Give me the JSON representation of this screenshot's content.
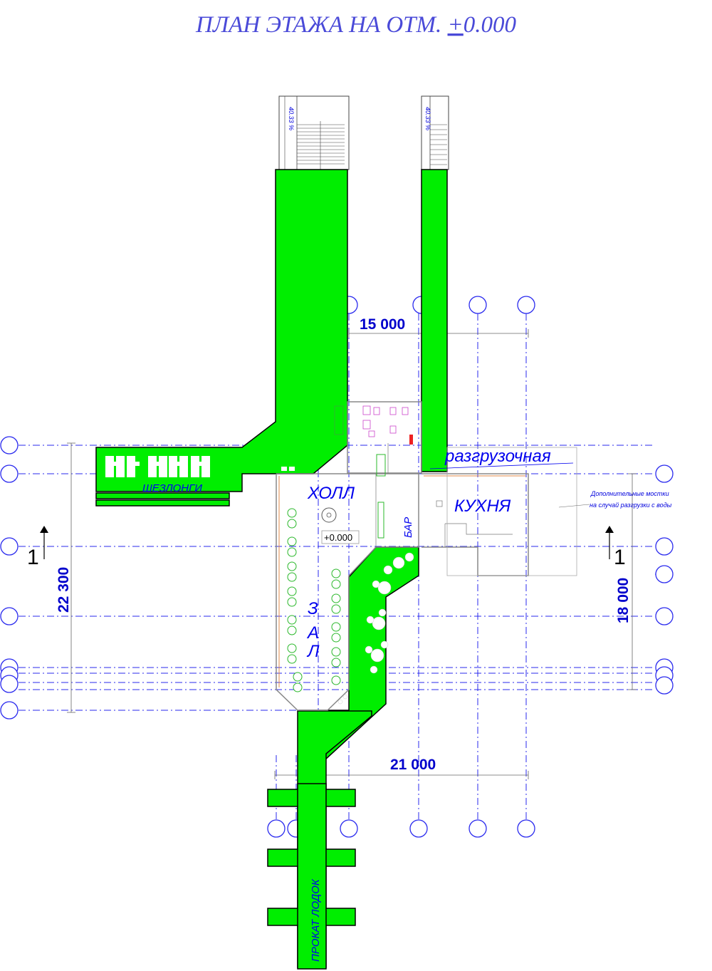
{
  "title": {
    "prefix": "ПЛАН  ЭТАЖА НА ОТМ. ",
    "sign": "+",
    "value": "0.000"
  },
  "dimensions": {
    "top": "15 000",
    "bottom": "21 000",
    "left": "22 300",
    "right": "18 000"
  },
  "rooms": {
    "hall": "ХОЛЛ",
    "kitchen": "КУХНЯ",
    "bar": "БАР",
    "zal": [
      "З",
      "А",
      "Л"
    ],
    "unloading": "разгрузочная",
    "loungers": "ШЕЗЛОНГИ",
    "boat_rental": "ПРОКАТ ЛОДОК"
  },
  "level_mark": "+0.000",
  "ramp_slope": "40.33 %",
  "note": {
    "line1": "Дополнительные мостки",
    "line2": "на случай разгрузки с воды"
  },
  "section_marker": "1",
  "colors": {
    "deck": "#00ee00",
    "axis": "#2a2aee",
    "label": "#0000ee",
    "title": "#4a4ad8",
    "dimension": "#0000cc"
  }
}
